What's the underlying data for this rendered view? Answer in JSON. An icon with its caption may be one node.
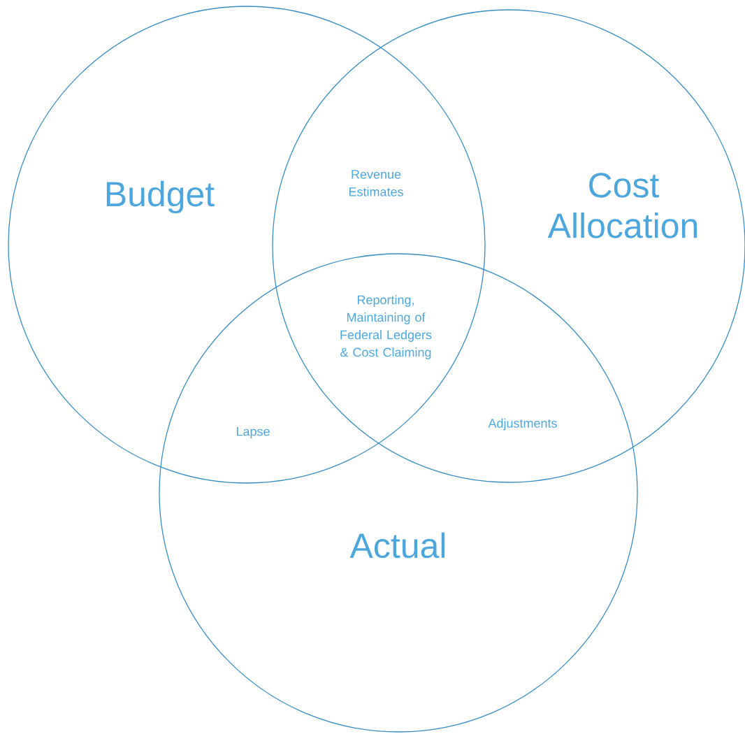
{
  "diagram": {
    "nodes": [
      {
        "text": [
          "Budget"
        ]
      },
      {
        "text": [
          "Cost Allocation"
        ]
      },
      {
        "text": [
          "Actual"
        ]
      }
    ],
    "labels": [
      "Revenue Estimates",
      "Reporting, Maintaining of Federal Ledgers & Cost Claiming",
      "Lapse",
      "Adjustments"
    ]
  }
}
